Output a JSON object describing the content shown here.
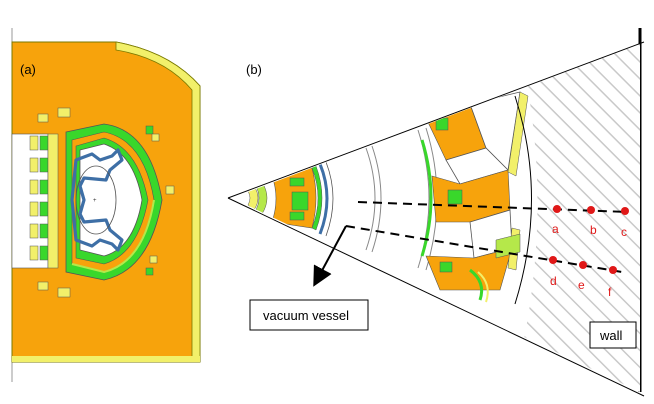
{
  "figure": {
    "panel_a": {
      "label": "(a)"
    },
    "panel_b": {
      "label": "(b)"
    }
  },
  "labels": {
    "vacuum_vessel": "vacuum vessel",
    "wall": "wall",
    "points": [
      "a",
      "b",
      "c",
      "d",
      "e",
      "f"
    ]
  },
  "colors": {
    "orange": "#F7A30C",
    "green": "#39D72B",
    "yellow": "#F2F06A",
    "light_green": "#B5E84A",
    "blue_steel": "#3E6FA6",
    "red_point": "#E01818",
    "hatch": "#C9C9C9",
    "line": "#000000"
  }
}
